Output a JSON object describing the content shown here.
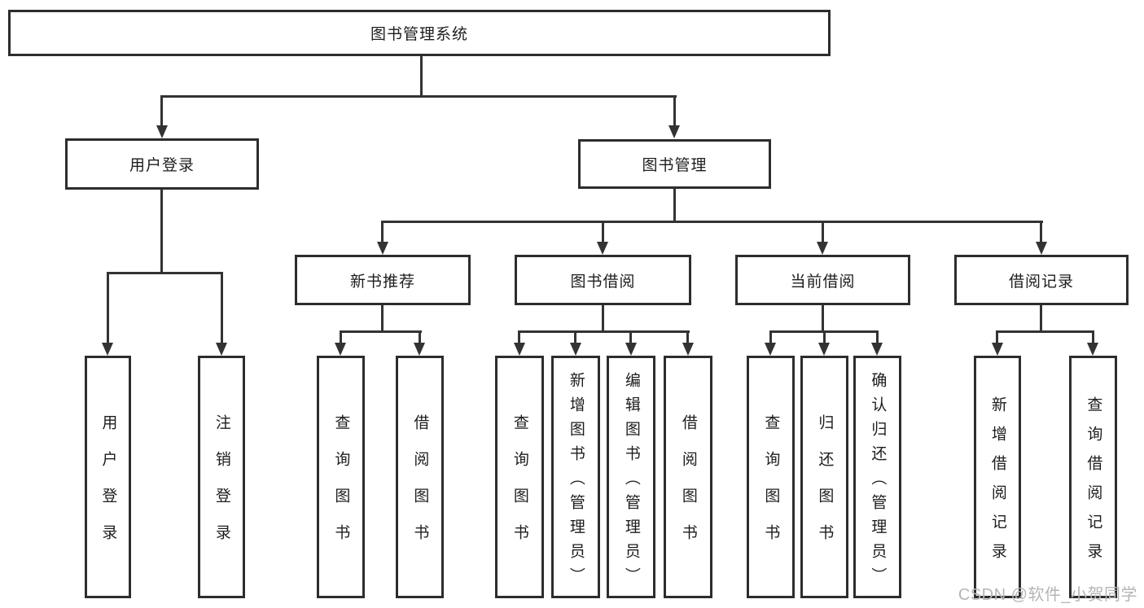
{
  "diagram": {
    "root": "图书管理系统",
    "level2": {
      "user_login": "用户登录",
      "book_mgmt": "图书管理"
    },
    "level3": {
      "new_book_rec": "新书推荐",
      "book_borrow": "图书借阅",
      "current_borrow": "当前借阅",
      "borrow_records": "借阅记录"
    },
    "leaves": {
      "user_login": "用户登录",
      "logout": "注销登录",
      "nb_query": "查询图书",
      "nb_borrow": "借阅图书",
      "bb_query": "查询图书",
      "bb_add": "新增图书（管理员）",
      "bb_edit": "编辑图书（管理员）",
      "bb_borrow": "借阅图书",
      "cb_query": "查询图书",
      "cb_return": "归还图书",
      "cb_confirm": "确认归还（管理员）",
      "br_add": "新增借阅记录",
      "br_query": "查询借阅记录"
    }
  },
  "watermark": "CSDN @软件_小贺同学",
  "colors": {
    "line": "#333333",
    "border": "#2d2d2d",
    "text": "#1d1d1d",
    "watermark": "#b5b5b5",
    "background": "#ffffff"
  }
}
